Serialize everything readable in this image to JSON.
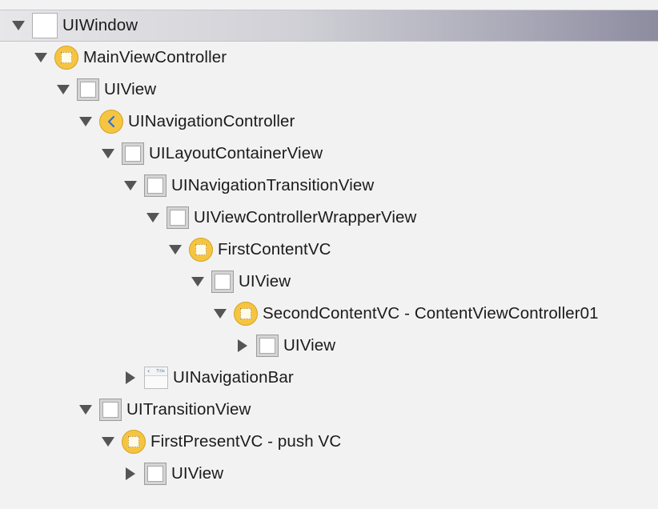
{
  "tree": {
    "nodes": [
      {
        "label": "UIWindow",
        "depth": 0,
        "expanded": true,
        "icon": "window-icon",
        "selected": true
      },
      {
        "label": "MainViewController",
        "depth": 1,
        "expanded": true,
        "icon": "view-controller-icon"
      },
      {
        "label": "UIView",
        "depth": 2,
        "expanded": true,
        "icon": "view-icon"
      },
      {
        "label": "UINavigationController",
        "depth": 3,
        "expanded": true,
        "icon": "navigation-controller-icon"
      },
      {
        "label": "UILayoutContainerView",
        "depth": 4,
        "expanded": true,
        "icon": "view-icon"
      },
      {
        "label": "UINavigationTransitionView",
        "depth": 5,
        "expanded": true,
        "icon": "view-icon"
      },
      {
        "label": "UIViewControllerWrapperView",
        "depth": 6,
        "expanded": true,
        "icon": "view-icon"
      },
      {
        "label": "FirstContentVC",
        "depth": 7,
        "expanded": true,
        "icon": "view-controller-icon"
      },
      {
        "label": "UIView",
        "depth": 8,
        "expanded": true,
        "icon": "view-icon"
      },
      {
        "label": "SecondContentVC - ContentViewController01",
        "depth": 9,
        "expanded": true,
        "icon": "view-controller-icon"
      },
      {
        "label": "UIView",
        "depth": 10,
        "expanded": false,
        "icon": "view-icon"
      },
      {
        "label": "UINavigationBar",
        "depth": 5,
        "expanded": false,
        "icon": "navigation-bar-icon",
        "icon_text": "Title"
      },
      {
        "label": "UITransitionView",
        "depth": 3,
        "expanded": true,
        "icon": "view-icon"
      },
      {
        "label": "FirstPresentVC - push VC",
        "depth": 4,
        "expanded": true,
        "icon": "view-controller-icon"
      },
      {
        "label": "UIView",
        "depth": 5,
        "expanded": false,
        "icon": "view-icon"
      }
    ]
  },
  "colors": {
    "view_controller_fill": "#f5c542",
    "navigation_chevron": "#2f6fd6",
    "disclosure_triangle": "#555555",
    "selected_row_end": "#8d8b9f"
  }
}
